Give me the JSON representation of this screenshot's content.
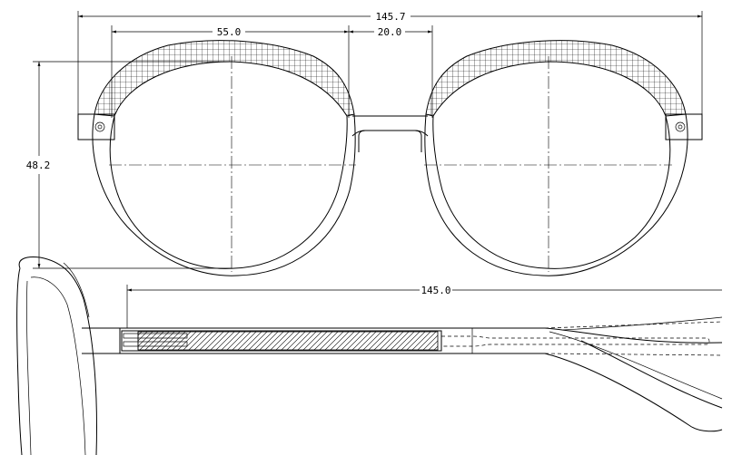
{
  "dimensions": {
    "total_width": "145.7",
    "lens_width": "55.0",
    "bridge_width": "20.0",
    "lens_height": "48.2",
    "temple_length": "145.0"
  }
}
